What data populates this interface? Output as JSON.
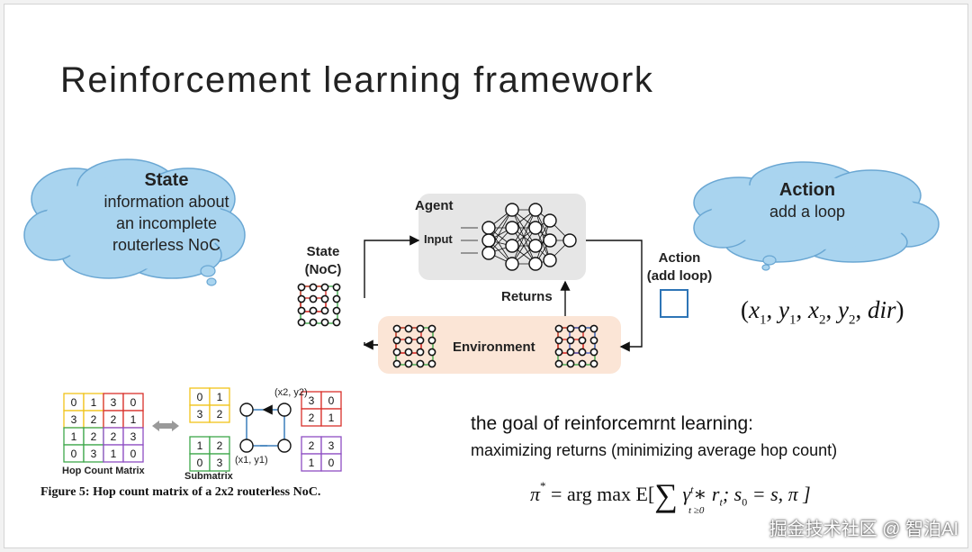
{
  "title": "Reinforcement learning framework",
  "state_cloud": {
    "heading": "State",
    "lines": [
      "information about",
      "an incomplete",
      "routerless NoC"
    ]
  },
  "action_cloud": {
    "heading": "Action",
    "body": "add a loop"
  },
  "diagram": {
    "agent_label": "Agent",
    "input_label": "Input",
    "state_label_1": "State",
    "state_label_2": "(NoC)",
    "returns_label": "Returns",
    "environment_label": "Environment",
    "action_label_1": "Action",
    "action_label_2": "(add loop)"
  },
  "action_tuple": {
    "open": "(",
    "x1": "x",
    "x1_sub": "1",
    "y1": "y",
    "y1_sub": "1",
    "x2": "x",
    "x2_sub": "2",
    "y2": "y",
    "y2_sub": "2",
    "dir": "dir",
    "close": ")"
  },
  "goal": {
    "line1": "the goal of reinforcemrnt learning:",
    "line2": "maximizing returns (minimizing average hop count)"
  },
  "formula": {
    "pi": "π",
    "star": "*",
    "equals_argmax": "= arg max  E[",
    "sigma": "∑",
    "sigma_sub": "t ≥0",
    "gamma": "γ",
    "gamma_sup": "t",
    "times_r": "∗ r",
    "r_sub": "t",
    "semicolon_s": "; s",
    "s_sub": "0",
    "rest": "= s, π ]"
  },
  "hop_matrix": {
    "rows": [
      [
        "0",
        "1",
        "3",
        "0"
      ],
      [
        "3",
        "2",
        "2",
        "1"
      ],
      [
        "1",
        "2",
        "2",
        "3"
      ],
      [
        "0",
        "3",
        "1",
        "0"
      ]
    ],
    "label": "Hop Count Matrix"
  },
  "submatrices": {
    "top_left": [
      [
        "0",
        "1"
      ],
      [
        "3",
        "2"
      ]
    ],
    "bottom_left": [
      [
        "1",
        "2"
      ],
      [
        "0",
        "3"
      ]
    ],
    "top_right": [
      [
        "3",
        "0"
      ],
      [
        "2",
        "1"
      ]
    ],
    "bottom_right": [
      [
        "2",
        "3"
      ],
      [
        "1",
        "0"
      ]
    ],
    "coord_top": "(x2, y2)",
    "coord_bottom": "(x1, y1)",
    "label": "Submatrix"
  },
  "figure_caption": "Figure 5: Hop count matrix of a 2x2 routerless NoC.",
  "watermark": "掘金技术社区 @ 智泊AI",
  "colors": {
    "cloud_fill": "#a9d4ef",
    "cloud_stroke": "#6aa7d3",
    "agent_box": "#e6e6e6",
    "env_box": "#fbe5d6",
    "grid_red": "#d9312b",
    "grid_green": "#3ea74a",
    "grid_yellow": "#f0c419",
    "grid_purple": "#8e4fc4",
    "loop_blue": "#2e75b6"
  }
}
